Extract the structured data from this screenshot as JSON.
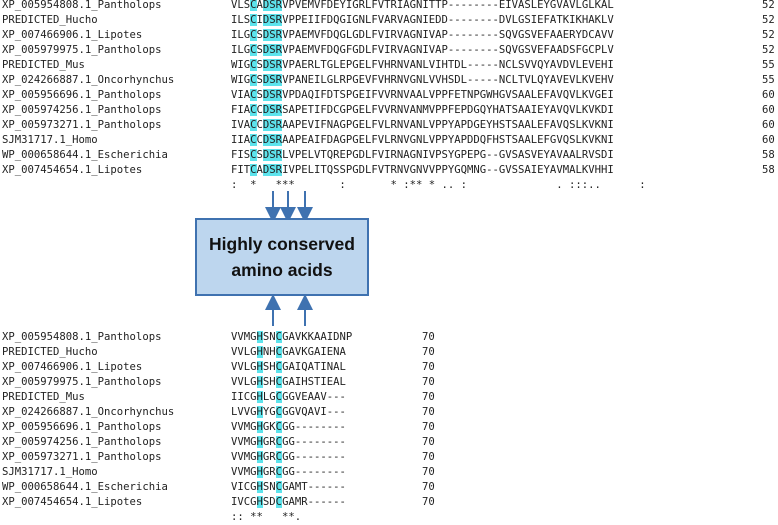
{
  "top_block": {
    "rows": [
      {
        "label": "XP_005954808.1_Pantholops",
        "pre": "VLS",
        "h1": "C",
        "mid": "A",
        "h2": "DSR",
        "post": "VPVEMVFDEYIGRLFVTRIAGNITTP--------EIVASLEYGVAVLGLKAL",
        "num": "52"
      },
      {
        "label": "PREDICTED_Hucho",
        "pre": "ILS",
        "h1": "C",
        "mid": "I",
        "h2": "DSR",
        "post": "VPPEIIFDQGIGNLFVARVAGNIEDD--------DVLGSIEFATKIKHAKLV",
        "num": "52"
      },
      {
        "label": "XP_007466906.1_Lipotes",
        "pre": "ILG",
        "h1": "C",
        "mid": "S",
        "h2": "DSR",
        "post": "VPAEMVFDQGLGDLFVIRVAGNIVAP--------SQVGSVEFAAERYDCAVV",
        "num": "52"
      },
      {
        "label": "XP_005979975.1_Pantholops",
        "pre": "ILG",
        "h1": "C",
        "mid": "S",
        "h2": "DSR",
        "post": "VPAEMVFDQGFGDLFVIRVAGNIVAP--------SQVGSVEFAADSFGCPLV",
        "num": "52"
      },
      {
        "label": "PREDICTED_Mus",
        "pre": "WIG",
        "h1": "C",
        "mid": "S",
        "h2": "DSR",
        "post": "VPAERLTGLEPGELFVHRNVANLVIHTDL-----NCLSVVQYAVDVLEVEHI",
        "num": "55"
      },
      {
        "label": "XP_024266887.1_Oncorhynchus",
        "pre": "WIG",
        "h1": "C",
        "mid": "S",
        "h2": "DSR",
        "post": "VPANEILGLRPGEVFVHRNVGNLVVHSDL-----NCLTVLQYAVEVLKVEHV",
        "num": "55"
      },
      {
        "label": "XP_005956696.1_Pantholops",
        "pre": "VIA",
        "h1": "C",
        "mid": "S",
        "h2": "DSR",
        "post": "VPDAQIFDTSPGEIFVVRNVAALVPPFETNPGWHGVSAALEFAVQVLKVGEI",
        "num": "60"
      },
      {
        "label": "XP_005974256.1_Pantholops",
        "pre": "FIA",
        "h1": "C",
        "mid": "C",
        "h2": "DSR",
        "post": "SAPETIFDCGPGELFVVRNVANMVPPFEPDGQYHATSAAIEYAVQVLKVKDI",
        "num": "60"
      },
      {
        "label": "XP_005973271.1_Pantholops",
        "pre": "IVA",
        "h1": "C",
        "mid": "C",
        "h2": "DSR",
        "post": "AAPEVIFNAGPGELFVLRNVANLVPPYAPDGEYHSTSAALEFAVQSLKVKNI",
        "num": "60"
      },
      {
        "label": "SJM31717.1_Homo",
        "pre": "IIA",
        "h1": "C",
        "mid": "C",
        "h2": "DSR",
        "post": "AAPEAIFDAGPGELFVLRNVGNLVPPYAPDDQFHSTSAALEFGVQSLKVKNI",
        "num": "60"
      },
      {
        "label": "WP_000658644.1_Escherichia",
        "pre": "FIS",
        "h1": "C",
        "mid": "S",
        "h2": "DSR",
        "post": "LVPELVTQREPGDLFVIRNAGNIVPSYGPEPG--GVSASVEYAVAALRVSDI",
        "num": "58"
      },
      {
        "label": "XP_007454654.1_Lipotes",
        "pre": "FIT",
        "h1": "C",
        "mid": "A",
        "h2": "DSR",
        "post": "IVPELITQSSPGDLFVTRNVGNVVPPYGQMNG--GVSSAIEYAVMALKVHHI",
        "num": "58"
      }
    ],
    "consensus": ":  *   ***       :       * :** * .. :              . :::..      :"
  },
  "callout": {
    "line1": "Highly conserved",
    "line2": "amino acids"
  },
  "bottom_block": {
    "rows": [
      {
        "label": "XP_005954808.1_Pantholops",
        "pre": "VVMG",
        "h1": "H",
        "mid": "SN",
        "h2": "C",
        "post": "GAVKKAAIDNP",
        "num": "70"
      },
      {
        "label": "PREDICTED_Hucho",
        "pre": "VVLG",
        "h1": "H",
        "mid": "NH",
        "h2": "C",
        "post": "GAVKGAIENA",
        "num": "70"
      },
      {
        "label": "XP_007466906.1_Lipotes",
        "pre": "VVLG",
        "h1": "H",
        "mid": "SH",
        "h2": "C",
        "post": "GAIQATINAL",
        "num": "70"
      },
      {
        "label": "XP_005979975.1_Pantholops",
        "pre": "VVLG",
        "h1": "H",
        "mid": "SH",
        "h2": "C",
        "post": "GAIHSTIEAL",
        "num": "70"
      },
      {
        "label": "PREDICTED_Mus",
        "pre": "IICG",
        "h1": "H",
        "mid": "LG",
        "h2": "C",
        "post": "GGVEAAV---",
        "num": "70"
      },
      {
        "label": "XP_024266887.1_Oncorhynchus",
        "pre": "LVVG",
        "h1": "H",
        "mid": "YG",
        "h2": "C",
        "post": "GGVQAVI---",
        "num": "70"
      },
      {
        "label": "XP_005956696.1_Pantholops",
        "pre": "VVMG",
        "h1": "H",
        "mid": "GK",
        "h2": "C",
        "post": "GG--------",
        "num": "70"
      },
      {
        "label": "XP_005974256.1_Pantholops",
        "pre": "VVMG",
        "h1": "H",
        "mid": "GR",
        "h2": "C",
        "post": "GG--------",
        "num": "70"
      },
      {
        "label": "XP_005973271.1_Pantholops",
        "pre": "VVMG",
        "h1": "H",
        "mid": "GR",
        "h2": "C",
        "post": "GG--------",
        "num": "70"
      },
      {
        "label": "SJM31717.1_Homo",
        "pre": "VVMG",
        "h1": "H",
        "mid": "GR",
        "h2": "C",
        "post": "GG--------",
        "num": "70"
      },
      {
        "label": "WP_000658644.1_Escherichia",
        "pre": "VICG",
        "h1": "H",
        "mid": "SN",
        "h2": "C",
        "post": "GAMT------",
        "num": "70"
      },
      {
        "label": "XP_007454654.1_Lipotes",
        "pre": "IVCG",
        "h1": "H",
        "mid": "SD",
        "h2": "C",
        "post": "GAMR------",
        "num": "70"
      }
    ],
    "consensus": ":: **   **."
  },
  "colors": {
    "highlight": "#5de3ec",
    "arrow": "#3f72b0",
    "box_fill": "#bdd6ee"
  }
}
